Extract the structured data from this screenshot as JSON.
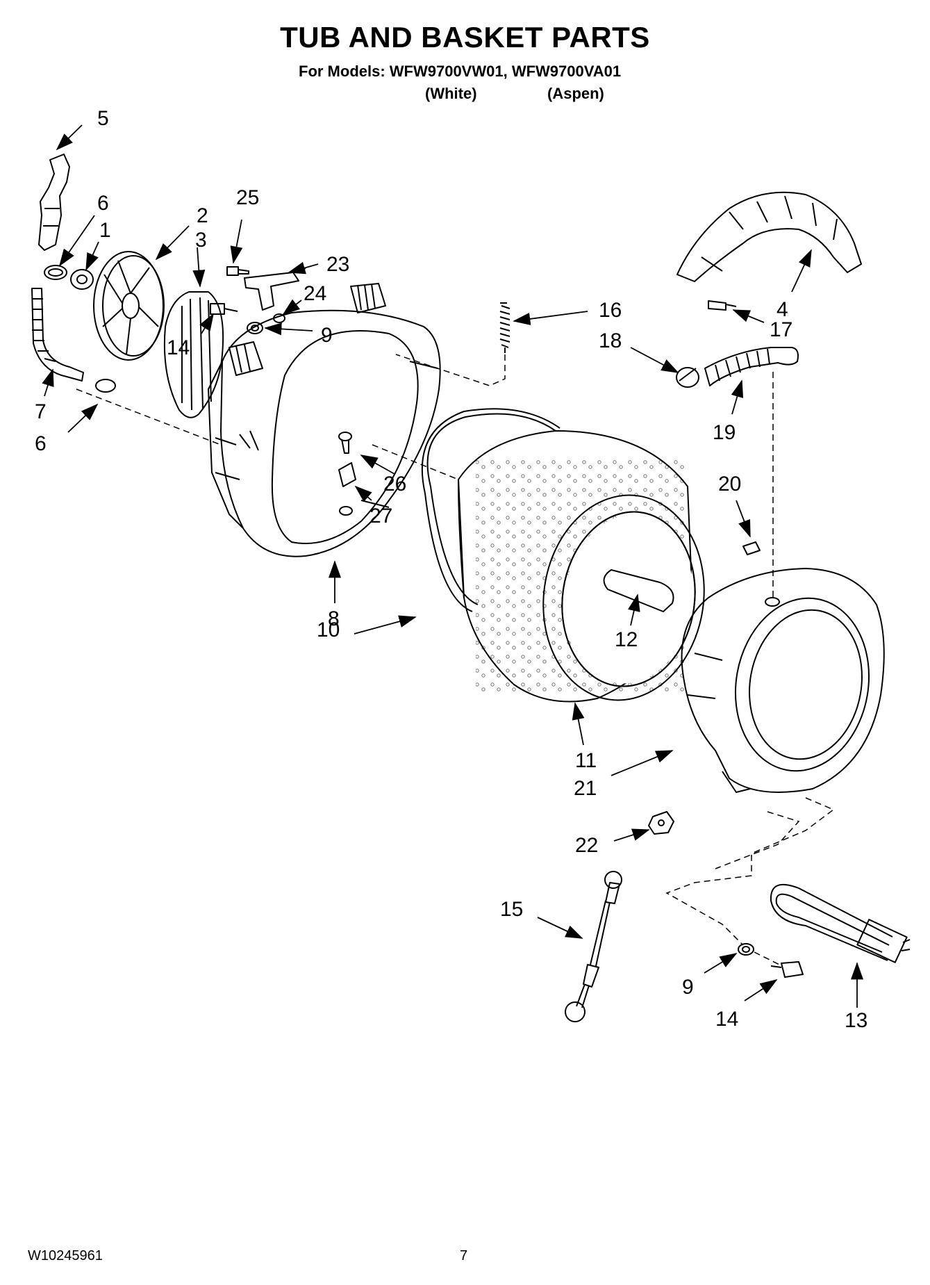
{
  "header": {
    "title": "TUB AND BASKET PARTS",
    "models_line": "For Models: WFW9700VW01, WFW9700VA01",
    "variant_white": "(White)",
    "variant_aspen": "(Aspen)"
  },
  "callouts": {
    "c5": "5",
    "c6a": "6",
    "c1": "1",
    "c2": "2",
    "c3": "3",
    "c25": "25",
    "c23": "23",
    "c24": "24",
    "c9a": "9",
    "c14a": "14",
    "c16": "16",
    "c4": "4",
    "c17": "17",
    "c18": "18",
    "c19": "19",
    "c7": "7",
    "c6b": "6",
    "c26": "26",
    "c27": "27",
    "c20": "20",
    "c8": "8",
    "c10": "10",
    "c12": "12",
    "c11": "11",
    "c21": "21",
    "c22": "22",
    "c15": "15",
    "c9b": "9",
    "c14b": "14",
    "c13": "13"
  },
  "footer": {
    "doc_number": "W10245961",
    "page_number": "7"
  }
}
